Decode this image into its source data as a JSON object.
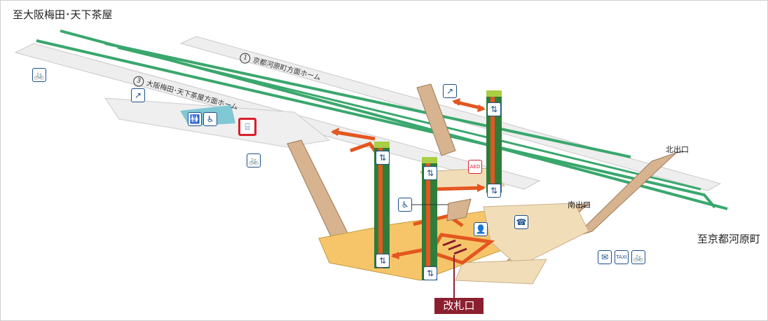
{
  "directions": {
    "to_osaka": "至大阪梅田･天下茶屋",
    "to_kyoto": "至京都河原町"
  },
  "platforms": {
    "p1": {
      "number": "1",
      "label": "京都河原町方面ホーム"
    },
    "p3": {
      "number": "3",
      "label": "大阪梅田･天下茶屋方面ホーム"
    }
  },
  "exits": {
    "north": "北出口",
    "south": "南出口"
  },
  "ticket_gate": "改札口",
  "icons": {
    "bicycle": "bicycle-icon",
    "toilet": "toilet-icon",
    "wheelchair": "wheelchair-icon",
    "elevator": "elevator-icon",
    "escalator": "escalator-icon",
    "aed": "aed-icon",
    "ticket_machine": "ticket-machine-icon",
    "phone": "phone-icon",
    "mailbox": "mailbox-icon",
    "taxi": "taxi-icon",
    "info": "station-staff-icon",
    "slope": "slope-icon"
  },
  "icon_text": {
    "aed": "AED",
    "taxi": "TAXI"
  },
  "colors": {
    "track": "#3aa76d",
    "platform": "#eeeeee",
    "concourse": "#f6c56a",
    "route": "#e4561f",
    "elevator_shaft": "#2f7d3a",
    "ticket_gate_label": "#8c1f2f",
    "selected": "#d81e2c"
  }
}
